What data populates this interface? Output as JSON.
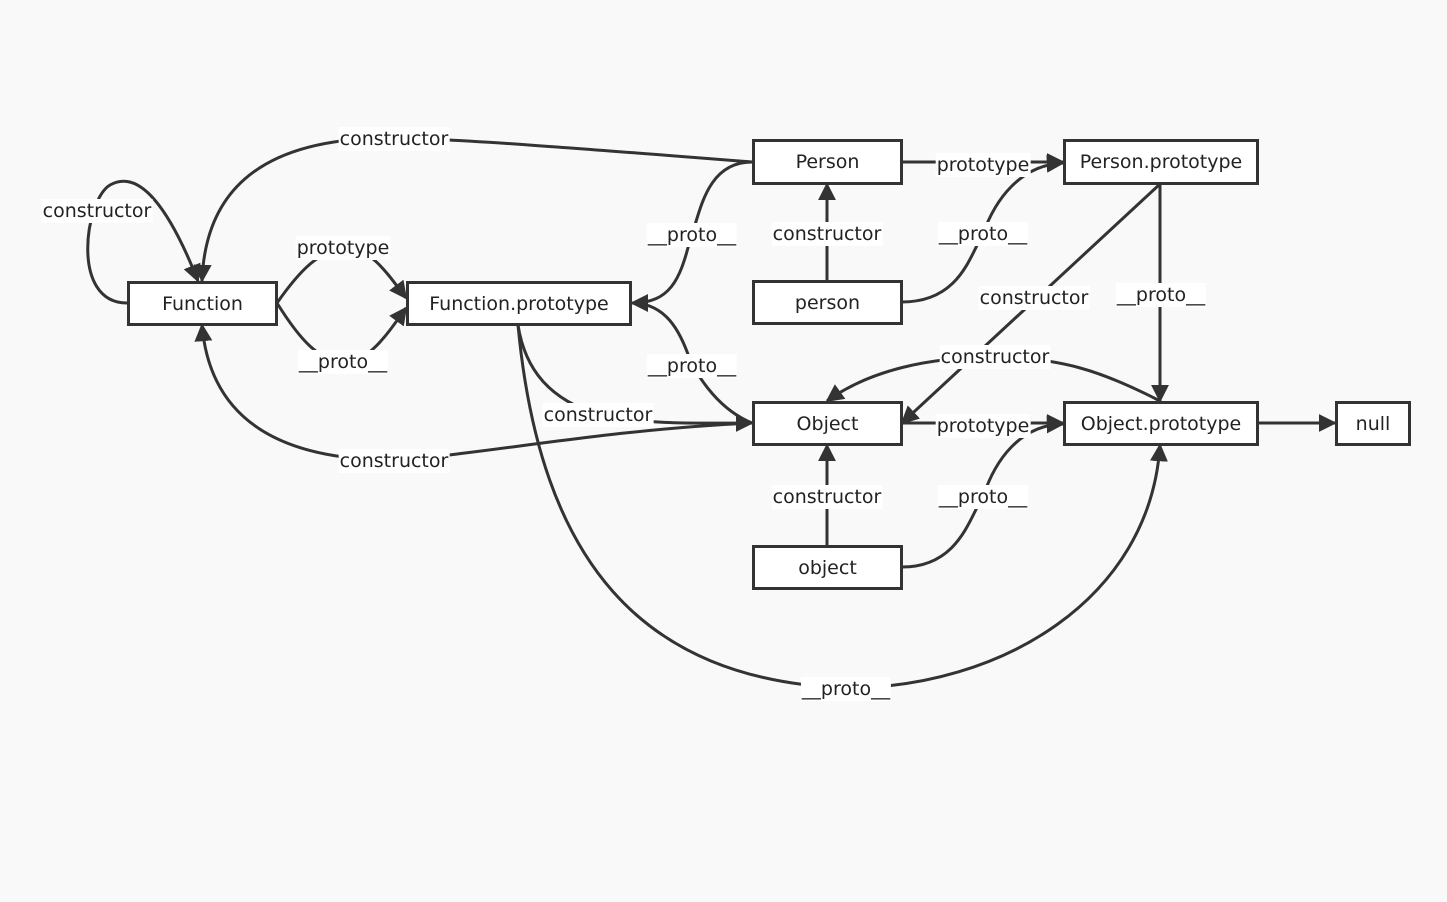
{
  "nodes": {
    "function": "Function",
    "function_prototype": "Function.prototype",
    "person_ctor": "Person",
    "person_prototype": "Person.prototype",
    "person_instance": "person",
    "object_ctor": "Object",
    "object_prototype": "Object.prototype",
    "null": "null",
    "object_instance": "object"
  },
  "edges": [
    {
      "from": "Person",
      "to": "Function",
      "label": "constructor"
    },
    {
      "from": "Function",
      "to": "Function",
      "label": "constructor"
    },
    {
      "from": "Function",
      "to": "Function.prototype",
      "label": "prototype"
    },
    {
      "from": "Function",
      "to": "Function.prototype",
      "label": "__proto__"
    },
    {
      "from": "Person",
      "to": "Function.prototype",
      "label": "__proto__"
    },
    {
      "from": "Object",
      "to": "Function.prototype",
      "label": "__proto__"
    },
    {
      "from": "Function.prototype",
      "to": "Object",
      "label": "constructor"
    },
    {
      "from": "Object",
      "to": "Function",
      "label": "constructor"
    },
    {
      "from": "Function.prototype",
      "to": "Object.prototype",
      "label": "__proto__"
    },
    {
      "from": "Person",
      "to": "Person.prototype",
      "label": "prototype"
    },
    {
      "from": "person",
      "to": "Person",
      "label": "constructor"
    },
    {
      "from": "person",
      "to": "Person.prototype",
      "label": "__proto__"
    },
    {
      "from": "Person.prototype",
      "to": "Object",
      "label": "constructor"
    },
    {
      "from": "Person.prototype",
      "to": "Object.prototype",
      "label": "__proto__"
    },
    {
      "from": "Object.prototype",
      "to": "Object",
      "label": "constructor"
    },
    {
      "from": "Object",
      "to": "Object.prototype",
      "label": "prototype"
    },
    {
      "from": "object",
      "to": "Object",
      "label": "constructor"
    },
    {
      "from": "object",
      "to": "Object.prototype",
      "label": "__proto__"
    },
    {
      "from": "Object.prototype",
      "to": "null",
      "label": ""
    }
  ],
  "colors": {
    "stroke": "#333333",
    "background": "#f9f9f9"
  }
}
